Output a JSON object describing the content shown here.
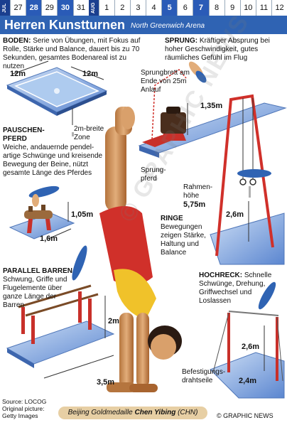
{
  "date_strip": {
    "months": [
      "JUL",
      "AUG"
    ],
    "days": [
      "27",
      "28",
      "29",
      "30",
      "31",
      "1",
      "2",
      "3",
      "4",
      "5",
      "6",
      "7",
      "8",
      "9",
      "10",
      "11",
      "12"
    ],
    "highlighted": [
      "28",
      "30",
      "5",
      "7"
    ]
  },
  "header": {
    "title": "Herren Kunstturnen",
    "venue": "North Greenwich Arena"
  },
  "boden": {
    "heading": "BODEN:",
    "text": "Serie von Übungen, mit Fokus auf Rolle, Stärke und Balance, dauert bis zu 70 Sekunden, gesamtes Bodenareal ist zu nutzen",
    "dim1": "12m",
    "dim2": "12m",
    "zone": "2m-breite Zone"
  },
  "sprung": {
    "heading": "SPRUNG:",
    "text": "Kräftiger Absprung bei hoher Geschwindigkeit, gutes räumliches Gefühl im Flug",
    "board": "Sprungbrett am Ende von 25m Anlauf",
    "height": "1,35m",
    "horse": "Sprung-pferd"
  },
  "pauschen": {
    "heading": "PAUSCHEN-PFERD",
    "text": "Weiche, andauernde pendel-artige Schwünge und kreisende Bewegung der Beine, nützt gesamte Länge des Pferdes",
    "h": "1,05m",
    "w": "1,6m"
  },
  "ringe": {
    "heading": "RINGE",
    "text": "Bewegungen zeigen Stärke, Haltung und Balance",
    "frame_label": "Rahmen-höhe",
    "frame": "5,75m",
    "h": "2,6m"
  },
  "barren": {
    "heading": "PARALLEL BARREN",
    "text": "Schwung, Griffe und Flugelemente über ganze Länge der Barren",
    "h": "2m",
    "l": "3,5m"
  },
  "reck": {
    "heading": "HOCHRECK:",
    "text": "Schnelle Schwünge, Drehung, Griffwechsel und Loslassen",
    "h": "2,6m",
    "w": "2,4m",
    "cables": "Befestigungs-drahtseile"
  },
  "footer": {
    "source": "Source: LOCOG",
    "orig": "Original picture:",
    "getty": "Getty Images",
    "caption_a": "Beijing Goldmedaille ",
    "caption_b": "Chen Yibing",
    "caption_c": " (CHN)",
    "credit": "© GRAPHIC NEWS"
  },
  "watermark": "© GRAPHIC NEWS",
  "colors": {
    "accent": "#2f63b3",
    "apparatus_red": "#d0302a",
    "mat_blue": "#5b86d0"
  }
}
